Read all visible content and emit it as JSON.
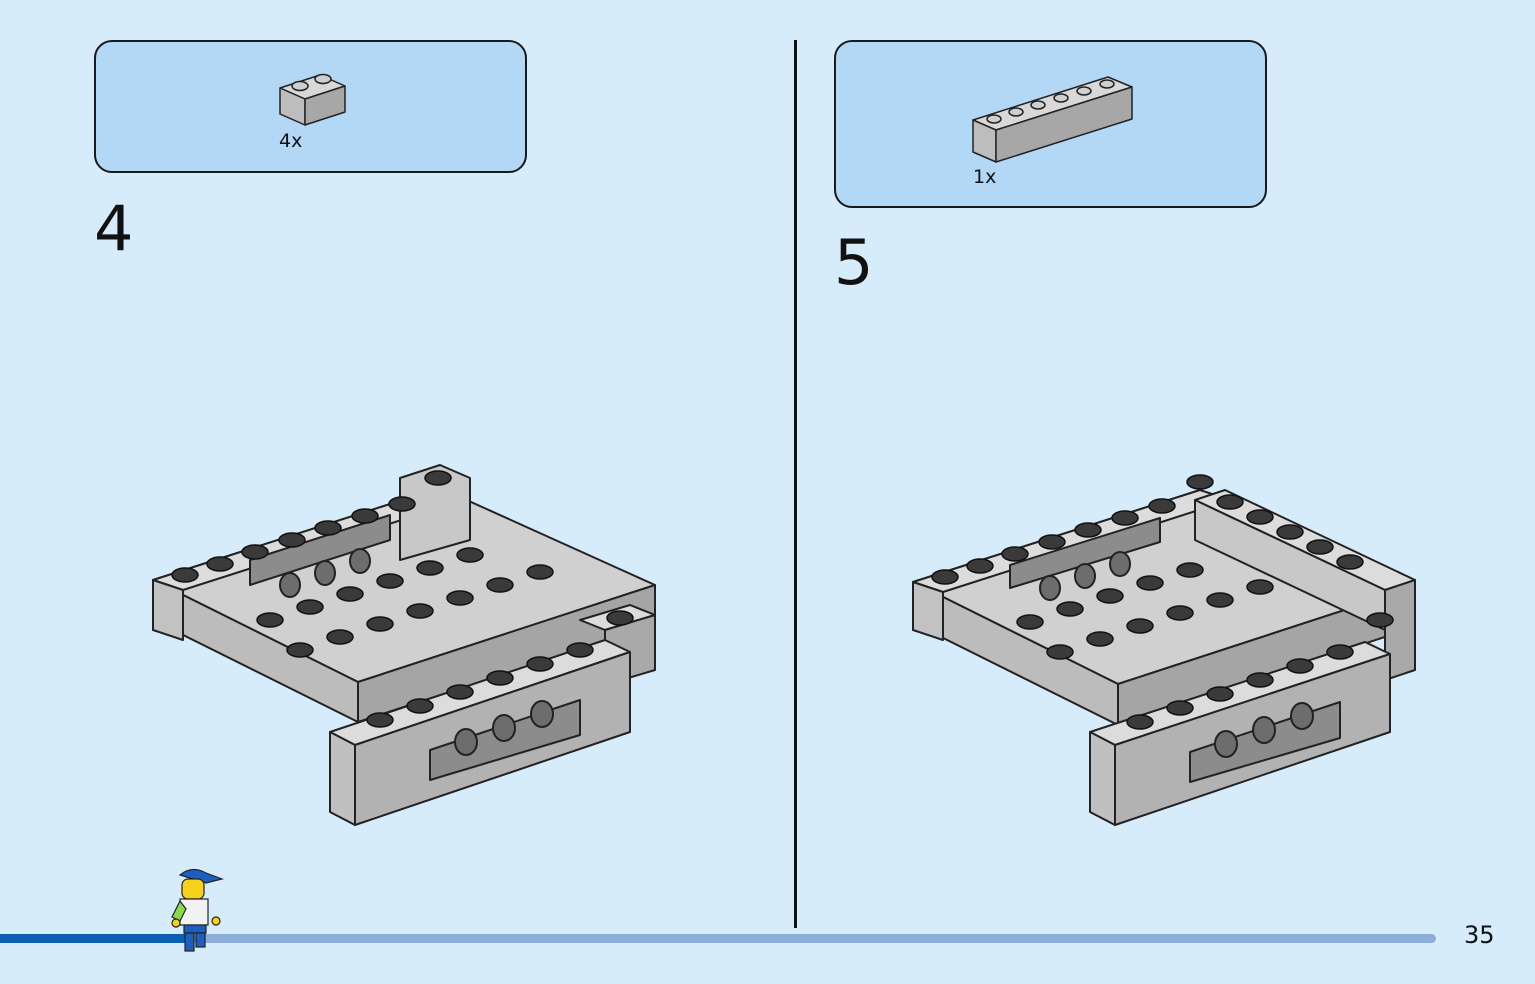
{
  "steps": [
    {
      "number": "4",
      "part_quantity": "4x",
      "part": "grey-brick-1x2-icon"
    },
    {
      "number": "5",
      "part_quantity": "1x",
      "part": "grey-brick-1x6-icon"
    }
  ],
  "page": {
    "number": "35",
    "progress": 0.13
  },
  "colors": {
    "background": "#d6ecfb",
    "parts_box": "#b3d8f5",
    "brick": "#bdbdbd",
    "progress_fill": "#0a5fb0",
    "progress_track": "#8cadd9"
  }
}
